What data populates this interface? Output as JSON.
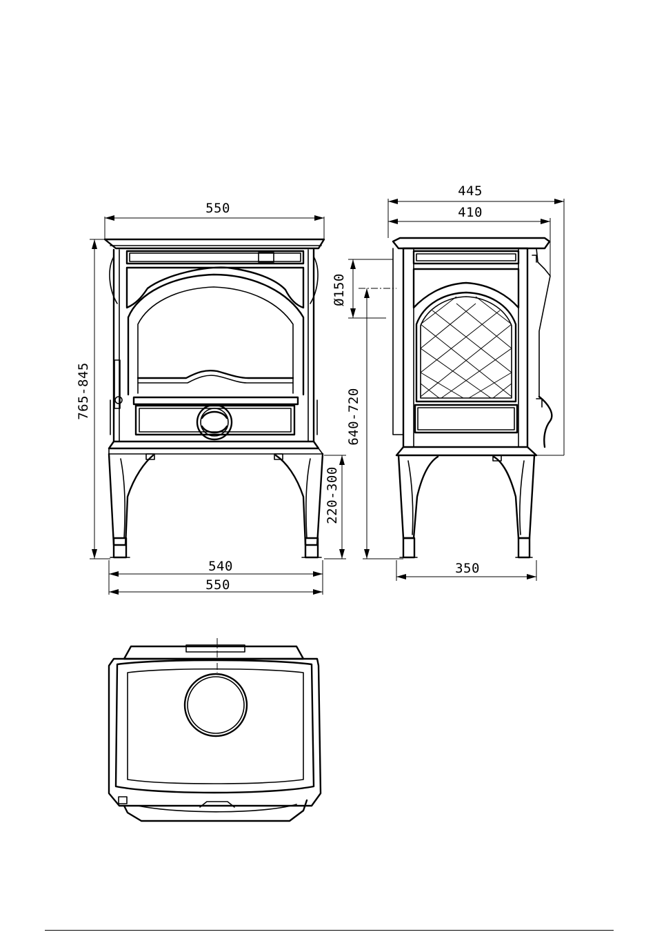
{
  "dimensions": {
    "front_width_top": "550",
    "front_height": "765-845",
    "leg_height": "220-300",
    "front_width_feet": "540",
    "front_width_bottom": "550",
    "side_depth_outer": "445",
    "side_depth_inner": "410",
    "flue_diameter": "Ø150",
    "flue_height": "640-720",
    "side_feet_depth": "350"
  }
}
